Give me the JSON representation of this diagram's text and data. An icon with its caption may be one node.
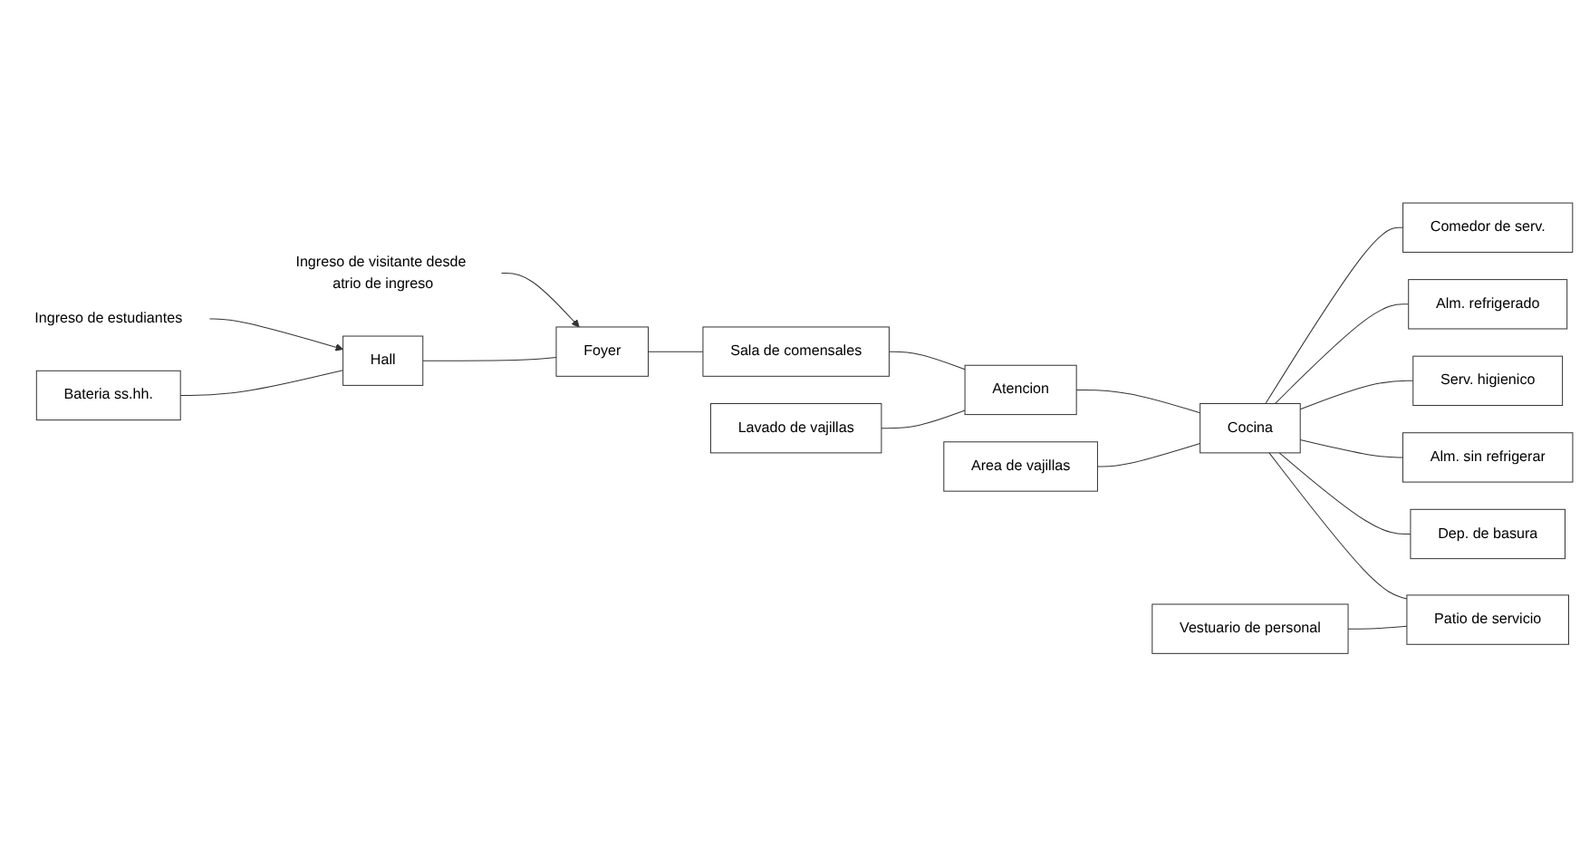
{
  "diagram": {
    "nodes": [
      {
        "text": [
          "Ingreso de estudiantes"
        ]
      },
      {
        "text": [
          "Hall"
        ]
      },
      {
        "text": [
          "Bateria ss.hh."
        ]
      },
      {
        "text": [
          "Lavado de vajillas"
        ]
      },
      {
        "text": [
          "Area de vajillas"
        ]
      },
      {
        "text": [
          "Comedor de serv."
        ]
      },
      {
        "text": [
          "Serv. higienico"
        ]
      },
      {
        "text": [
          "Vestuario de personal"
        ]
      },
      {
        "text": [
          "Ingreso de visitante desde atrio de ingreso"
        ]
      },
      {
        "text": [
          "Foyer"
        ]
      },
      {
        "text": [
          "Sala de comensales"
        ]
      },
      {
        "text": [
          "Atencion"
        ]
      },
      {
        "text": [
          "Cocina"
        ]
      },
      {
        "text": [
          "Patio de servicio"
        ]
      },
      {
        "text": [
          "Alm. refrigerado"
        ]
      },
      {
        "text": [
          "Alm. sin refrigerar"
        ]
      },
      {
        "text": [
          "Dep. de basura"
        ]
      }
    ],
    "edges": [
      {
        "from": 0,
        "to": 1,
        "arrow": "to"
      },
      {
        "from": 8,
        "to": 9,
        "arrow": "to"
      },
      {
        "from": 1,
        "to": 9,
        "arrow": "none"
      },
      {
        "from": 2,
        "to": 1,
        "arrow": "none"
      },
      {
        "from": 9,
        "to": 10,
        "arrow": "none"
      },
      {
        "from": 10,
        "to": 11,
        "arrow": "none"
      },
      {
        "from": 3,
        "to": 11,
        "arrow": "none"
      },
      {
        "from": 11,
        "to": 12,
        "arrow": "none"
      },
      {
        "from": 4,
        "to": 12,
        "arrow": "none"
      },
      {
        "from": 12,
        "to": 5,
        "arrow": "none"
      },
      {
        "from": 12,
        "to": 14,
        "arrow": "none"
      },
      {
        "from": 12,
        "to": 6,
        "arrow": "none"
      },
      {
        "from": 12,
        "to": 15,
        "arrow": "none"
      },
      {
        "from": 12,
        "to": 16,
        "arrow": "none"
      },
      {
        "from": 12,
        "to": 13,
        "arrow": "none"
      },
      {
        "from": 7,
        "to": 13,
        "arrow": "none"
      }
    ]
  }
}
